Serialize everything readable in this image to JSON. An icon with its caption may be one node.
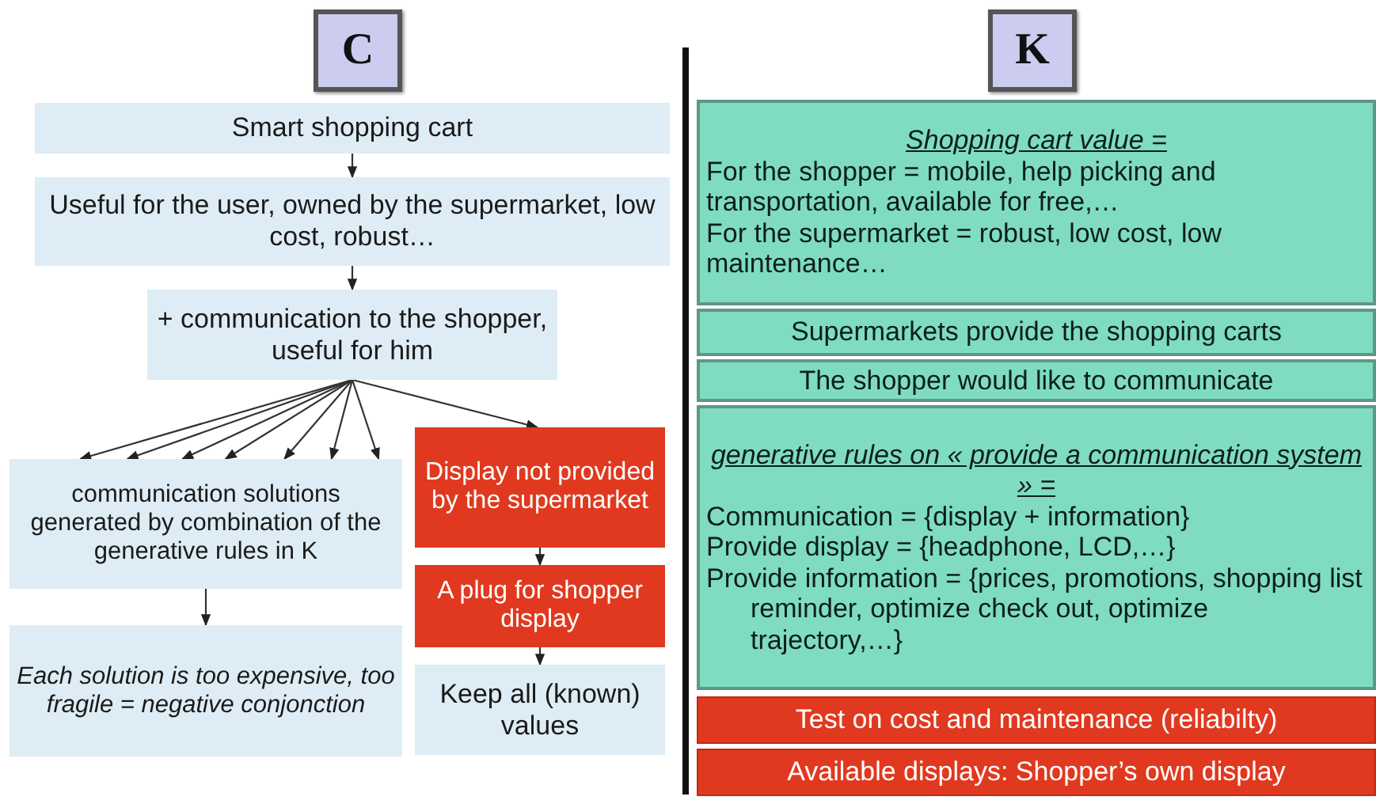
{
  "diagram": {
    "nodes": [
      {
        "text": [
          "C"
        ]
      },
      {
        "text": [
          "Smart shopping cart"
        ]
      },
      {
        "text": [
          "Useful for the user, owned by the supermarket, low cost, robust…"
        ]
      },
      {
        "text": [
          "+ communication to the shopper, useful for him"
        ]
      },
      {
        "text": [
          "communication solutions generated by combination of the generative rules in K"
        ]
      },
      {
        "text": [
          "Each solution is too expensive, too fragile = negative conjonction"
        ]
      },
      {
        "text": [
          "Display not provided by the supermarket"
        ]
      },
      {
        "text": [
          "A plug for shopper display"
        ]
      },
      {
        "text": [
          "Keep all (known) values"
        ]
      },
      {
        "text": [
          "K"
        ]
      },
      {
        "text": [
          "Shopping cart value =",
          "For the shopper = mobile, help picking and transportation, available for free,…",
          "For the supermarket = robust, low cost, low maintenance…"
        ]
      },
      {
        "text": [
          "Supermarkets provide the shopping carts"
        ]
      },
      {
        "text": [
          "The shopper would like to communicate"
        ]
      },
      {
        "text": [
          "generative rules on « provide a communication system » =",
          "Communication = {display + information}",
          "Provide display = {headphone, LCD,…}",
          "Provide information = {prices, promotions, shopping list reminder, optimize check out, optimize trajectory,…}"
        ]
      },
      {
        "text": [
          "Test on cost and maintenance (reliabilty)"
        ]
      },
      {
        "text": [
          "Available displays: Shopper’s own display"
        ]
      }
    ],
    "edges": [
      {
        "from": 1,
        "to": 2,
        "arrow": "to"
      },
      {
        "from": 2,
        "to": 3,
        "arrow": "to"
      },
      {
        "from": 3,
        "to": 4,
        "arrow": "to"
      },
      {
        "from": 3,
        "to": 4,
        "arrow": "to"
      },
      {
        "from": 3,
        "to": 4,
        "arrow": "to"
      },
      {
        "from": 3,
        "to": 4,
        "arrow": "to"
      },
      {
        "from": 3,
        "to": 4,
        "arrow": "to"
      },
      {
        "from": 3,
        "to": 4,
        "arrow": "to"
      },
      {
        "from": 3,
        "to": 4,
        "arrow": "to"
      },
      {
        "from": 3,
        "to": 6,
        "arrow": "to"
      },
      {
        "from": 4,
        "to": 5,
        "arrow": "to"
      },
      {
        "from": 6,
        "to": 7,
        "arrow": "to"
      },
      {
        "from": 7,
        "to": 8,
        "arrow": "to"
      }
    ]
  }
}
